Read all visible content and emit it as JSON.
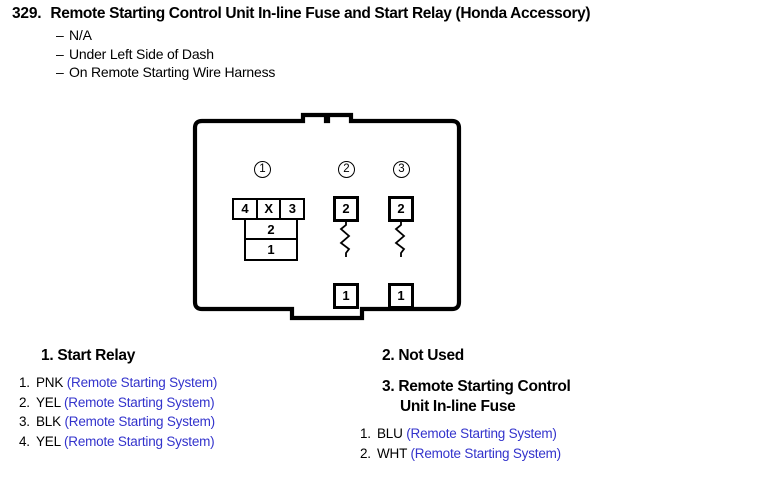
{
  "header": {
    "number": "329.",
    "title": "Remote Starting Control Unit In-line Fuse and Start Relay (Honda Accessory)",
    "locations": [
      "N/A",
      "Under Left Side of Dash",
      "On Remote Starting Wire Harness"
    ]
  },
  "diagram": {
    "group_markers": [
      "1",
      "2",
      "3"
    ],
    "relay_pins_top": [
      "4",
      "X",
      "3"
    ],
    "relay_pins_lower": [
      "2",
      "1"
    ],
    "fuse_group_2": {
      "top_terminal": "2",
      "bottom_terminal": "1"
    },
    "fuse_group_3": {
      "top_terminal": "2",
      "bottom_terminal": "1"
    }
  },
  "legend": {
    "left": {
      "heading": "1. Start Relay",
      "wires": [
        {
          "index": "1.",
          "color": "PNK",
          "system": "(Remote Starting System)"
        },
        {
          "index": "2.",
          "color": "YEL",
          "system": "(Remote Starting System)"
        },
        {
          "index": "3.",
          "color": "BLK",
          "system": "(Remote Starting System)"
        },
        {
          "index": "4.",
          "color": "YEL",
          "system": "(Remote Starting System)"
        }
      ]
    },
    "right": {
      "heading_not_used": "2. Not Used",
      "heading_fuse_line1": "3. Remote Starting Control",
      "heading_fuse_line2": "Unit In-line Fuse",
      "wires": [
        {
          "index": "1.",
          "color": "BLU",
          "system": "(Remote Starting System)"
        },
        {
          "index": "2.",
          "color": "WHT",
          "system": "(Remote Starting System)"
        }
      ]
    }
  },
  "colors": {
    "system_text": "#3333cc",
    "line": "#000000",
    "background": "#ffffff"
  }
}
